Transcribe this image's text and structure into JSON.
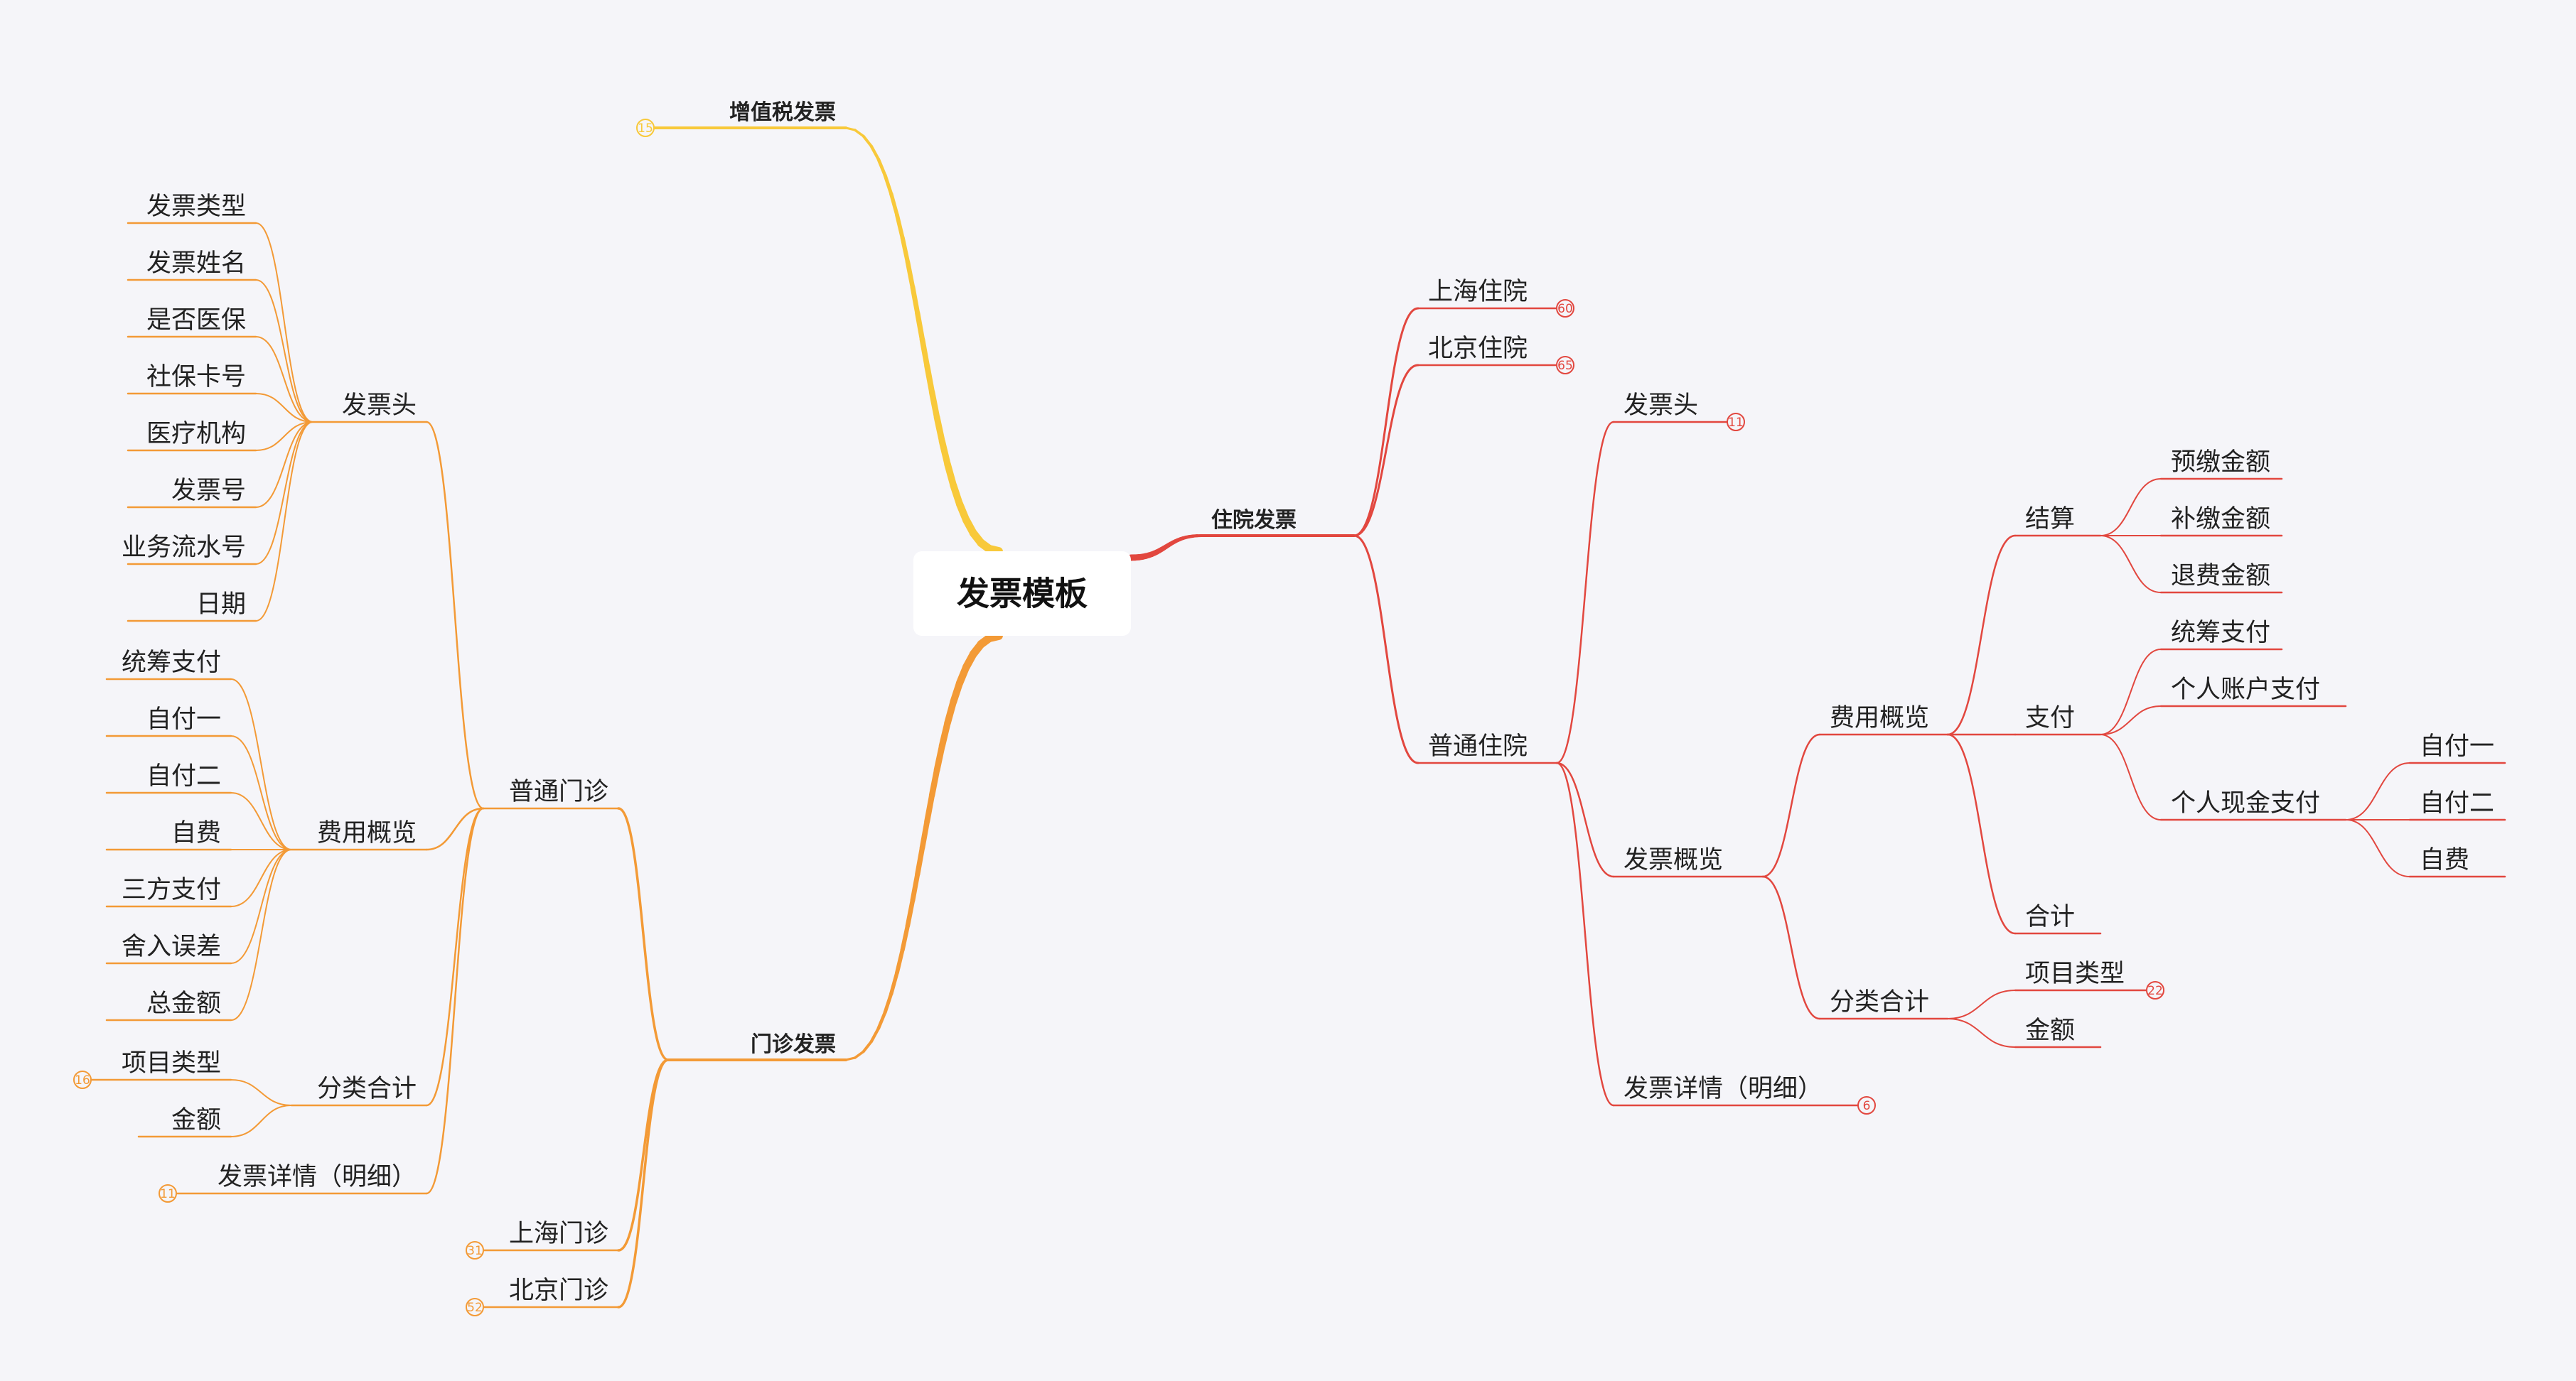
{
  "colors": {
    "background": "#f5f5f9",
    "yellow": "#f8c93a",
    "orange": "#f39a36",
    "red": "#e2473f",
    "text": "#222222"
  },
  "root": {
    "label": "发票模板"
  },
  "vat": {
    "label": "增值税发票",
    "badge": "15"
  },
  "inpatient": {
    "label": "住院发票",
    "shanghai": {
      "label": "上海住院",
      "badge": "60"
    },
    "beijing": {
      "label": "北京住院",
      "badge": "65"
    },
    "general": {
      "label": "普通住院",
      "header": {
        "label": "发票头",
        "badge": "11"
      },
      "overview": {
        "label": "发票概览",
        "costs": {
          "label": "费用概览",
          "settlement": {
            "label": "结算",
            "items": [
              "预缴金额",
              "补缴金额",
              "退费金额"
            ]
          },
          "payment": {
            "label": "支付",
            "pooled": "统筹支付",
            "personal_account": "个人账户支付",
            "personal_cash": {
              "label": "个人现金支付",
              "items": [
                "自付一",
                "自付二",
                "自费"
              ]
            }
          },
          "total": "合计"
        },
        "category": {
          "label": "分类合计",
          "item_type": {
            "label": "项目类型",
            "badge": "22"
          },
          "amount": "金额"
        }
      },
      "details": {
        "label": "发票详情（明细）",
        "badge": "6"
      }
    }
  },
  "outpatient": {
    "label": "门诊发票",
    "general": {
      "label": "普通门诊",
      "header": {
        "label": "发票头",
        "items": [
          "发票类型",
          "发票姓名",
          "是否医保",
          "社保卡号",
          "医疗机构",
          "发票号",
          "业务流水号",
          "日期"
        ]
      },
      "costs": {
        "label": "费用概览",
        "items": [
          "统筹支付",
          "自付一",
          "自付二",
          "自费",
          "三方支付",
          "舍入误差",
          "总金额"
        ]
      },
      "category": {
        "label": "分类合计",
        "item_type": {
          "label": "项目类型",
          "badge": "16"
        },
        "amount": "金额"
      },
      "details": {
        "label": "发票详情（明细）",
        "badge": "11"
      }
    },
    "shanghai": {
      "label": "上海门诊",
      "badge": "31"
    },
    "beijing": {
      "label": "北京门诊",
      "badge": "52"
    }
  }
}
